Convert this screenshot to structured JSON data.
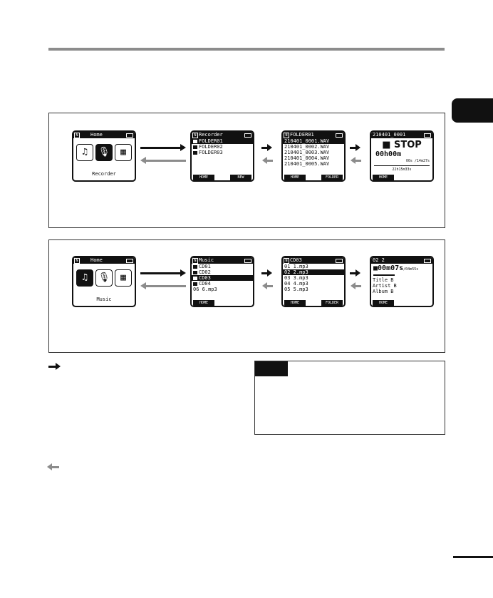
{
  "screens": {
    "home_recorder": {
      "title": "Home",
      "caption": "Recorder"
    },
    "recorder_list": {
      "title": "Recorder",
      "items": [
        "FOLDER01",
        "FOLDER02",
        "FOLDER03"
      ],
      "softkeys": [
        "HOME",
        "NEW"
      ]
    },
    "folder01_list": {
      "title": "FOLDER01",
      "items": [
        "210401_0001.WAV",
        "210401_0002.WAV",
        "210401_0003.WAV",
        "210401_0004.WAV",
        "210401_0005.WAV"
      ],
      "softkeys": [
        "HOME",
        "FOLDER"
      ]
    },
    "recorder_play": {
      "title": "210401_0001",
      "status": "STOP",
      "time": "00h00m",
      "total": "00s /14m27s",
      "remaining": "22h15m33s",
      "softkeys": [
        "HOME"
      ]
    },
    "home_music": {
      "title": "Home",
      "caption": "Music"
    },
    "music_list": {
      "title": "Music",
      "items": [
        "CD01",
        "CD02",
        "CD03",
        "CD04",
        "06 6.mp3"
      ],
      "softkeys": [
        "HOME"
      ]
    },
    "cd03_list": {
      "title": "CD03",
      "items": [
        "01 1.mp3",
        "02 2.mp3",
        "03 3.mp3",
        "04 4.mp3",
        "05 5.mp3"
      ],
      "softkeys": [
        "HOME",
        "FOLDER"
      ]
    },
    "music_play": {
      "title": "02 2",
      "time": "00m07s",
      "total": "/04m55s",
      "meta": [
        "Title B",
        "Artist B",
        "Album B"
      ],
      "softkeys": [
        "HOME"
      ]
    }
  },
  "colors": {
    "accent": "#111111",
    "back_arrow": "#8c8c8c"
  },
  "icons": [
    "music-note-icon",
    "microphone-icon",
    "calendar-icon",
    "folder-icon",
    "battery-icon",
    "arrow-right-icon",
    "arrow-left-icon"
  ]
}
